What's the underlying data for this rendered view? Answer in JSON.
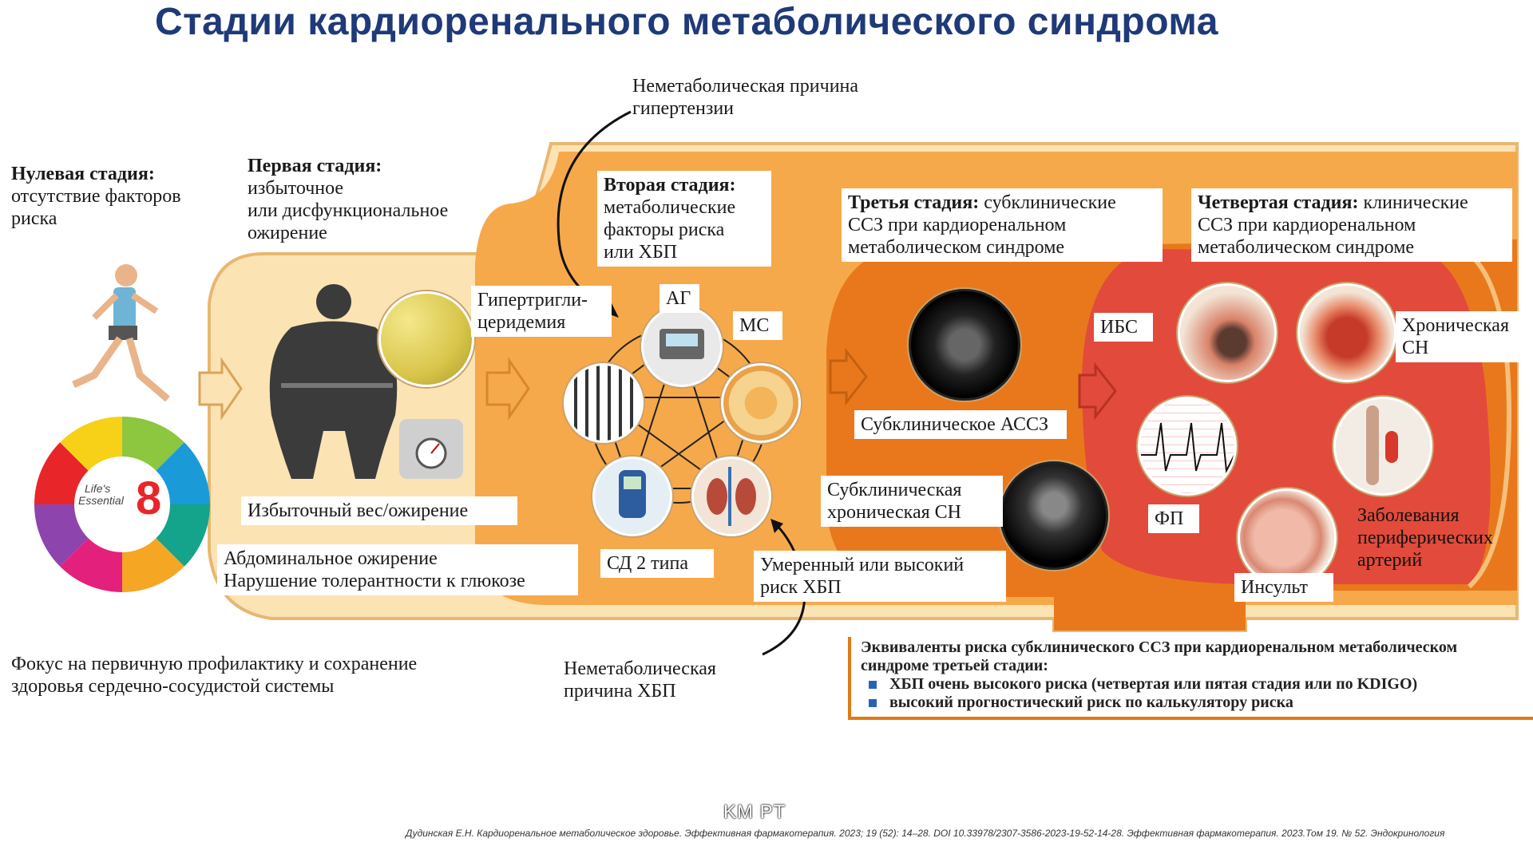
{
  "title": "Стадии кардиоренального метаболического синдрома",
  "top_note": [
    "Неметаболическая причина",
    "гипертензии"
  ],
  "stage0": {
    "title": "Нулевая стадия:",
    "lines": [
      "отсутствие факторов",
      "риска"
    ]
  },
  "stage1": {
    "title": "Первая стадия:",
    "lines": [
      "избыточное",
      "или дисфункциональное",
      "ожирение"
    ],
    "caption": "Избыточный вес/ожирение",
    "bottom_lines": [
      "Абдоминальное ожирение",
      "Нарушение толерантности к глюкозе"
    ]
  },
  "stage2": {
    "title": "Вторая стадия:",
    "lines": [
      "метаболические",
      "факторы риска",
      "или ХБП"
    ],
    "hypertrig": [
      "Гипертригли-",
      "церидемия"
    ],
    "ag": "АГ",
    "ms": "МС",
    "sd2": "СД 2 типа",
    "ckd_risk": [
      "Умеренный или высокий",
      "риск ХБП"
    ]
  },
  "stage3": {
    "title": "Третья стадия:",
    "title_rest": " субклинические",
    "lines": [
      "ССЗ при кардиоренальном",
      "метаболическом синдроме"
    ],
    "subclin_ascvd": "Субклиническое АССЗ",
    "subclin_hf": [
      "Субклиническая",
      "хроническая СН"
    ]
  },
  "stage4": {
    "title": "Четвертая стадия:",
    "title_rest": " клинические",
    "lines": [
      "ССЗ при кардиоренальном",
      "метаболическом синдроме"
    ],
    "ibs": "ИБС",
    "chronic_hf": "Хроническая СН",
    "af": "ФП",
    "stroke": "Инсульт",
    "pad": [
      "Заболевания",
      "периферических",
      "артерий"
    ]
  },
  "footer_left": [
    "Фокус на первичную профилактику и сохранение",
    "здоровья сердечно-сосудистой системы"
  ],
  "footer_bottom": [
    "Неметаболическая",
    "причина ХБП"
  ],
  "equivalents": {
    "lines": [
      "Эквиваленты риска субклинического ССЗ при кардиоренальном метаболическом",
      "синдроме третьей стадии:"
    ],
    "items": [
      "ХБП очень высокого риска (четвертая или пятая стадия или по KDIGO)",
      "высокий прогностический риск по калькулятору риска"
    ]
  },
  "les8": {
    "line1": "Life's",
    "line2": "Essential",
    "number": "8"
  },
  "watermark": "KM PT",
  "source": "Дудинская Е.Н. Кардиоренальное метаболическое здоровье. Эффективная фармакотерапия. 2023; 19 (52): 14–28. DOI 10.33978/2307-3586-2023-19-52-14-28. Эффективная фармакотерапия. 2023.Том 19. № 52. Эндокринология",
  "colors": {
    "title": "#1f3a78",
    "stage1": "#fbe3b4",
    "stage2": "#f6a94a",
    "stage3": "#e9781c",
    "stage4": "#e24a3b",
    "accent": "#2a63b5"
  }
}
